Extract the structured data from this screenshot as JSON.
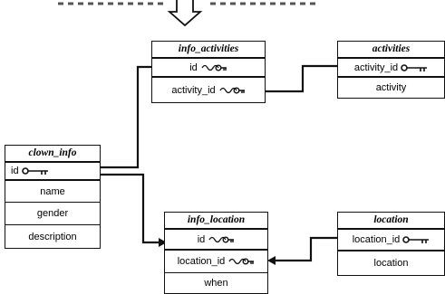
{
  "tables": {
    "info_activities": {
      "title": "info_activities",
      "rows": [
        "id",
        "activity_id"
      ]
    },
    "activities": {
      "title": "activities",
      "rows": [
        "activity_id",
        "activity"
      ]
    },
    "clown_info": {
      "title": "clown_info",
      "rows": [
        "id",
        "name",
        "gender",
        "description"
      ]
    },
    "info_location": {
      "title": "info_location",
      "rows": [
        "id",
        "location_id",
        "when"
      ]
    },
    "location": {
      "title": "location",
      "rows": [
        "location_id",
        "location"
      ]
    }
  },
  "icons": {
    "primary_key": "key-icon",
    "foreign_key": "chained-key-icon",
    "top_arrow": "arrow-down-outline-icon"
  },
  "colors": {
    "line": "#111111",
    "background": "#ffffff"
  }
}
